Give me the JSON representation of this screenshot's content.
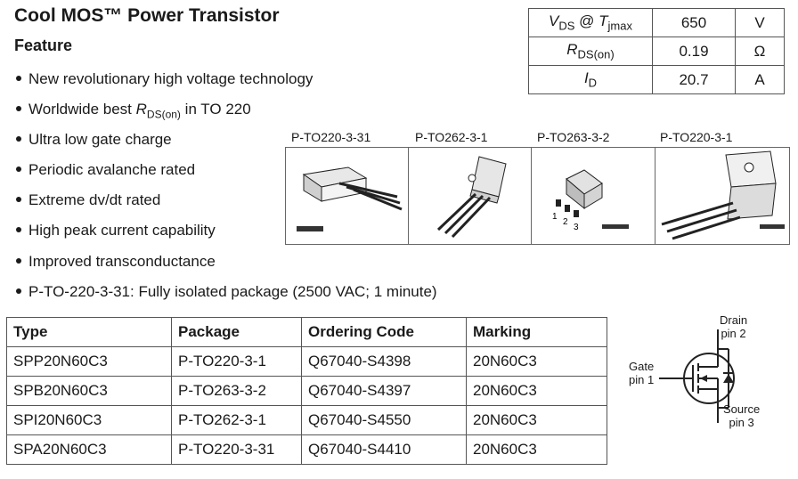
{
  "title": "Cool MOS™ Power Transistor",
  "feature_heading": "Feature",
  "features": [
    {
      "text": "New revolutionary high voltage technology"
    },
    {
      "pre": "Worldwide best ",
      "sym": "R",
      "sub": "DS(on)",
      "post": " in TO 220"
    },
    {
      "text": "Ultra low gate charge"
    },
    {
      "text": "Periodic avalanche rated"
    },
    {
      "text": "Extreme dv/dt rated"
    },
    {
      "text": "High peak current capability"
    },
    {
      "text": "Improved transconductance"
    },
    {
      "text": "P-TO-220-3-31: Fully isolated package (2500 VAC; 1 minute)"
    }
  ],
  "summary": [
    {
      "sym": "V",
      "sub": "DS",
      "mid": " @ ",
      "sym2": "T",
      "sub2": "jmax",
      "value": "650",
      "unit": "V"
    },
    {
      "sym": "R",
      "sub": "DS(on)",
      "value": "0.19",
      "unit": "Ω"
    },
    {
      "sym": "I",
      "sub": "D",
      "value": "20.7",
      "unit": "A"
    }
  ],
  "packages": [
    {
      "label": "P-TO220-3-31"
    },
    {
      "label": "P-TO262-3-1"
    },
    {
      "label": "P-TO263-3-2"
    },
    {
      "label": "P-TO220-3-1"
    }
  ],
  "pin_numbers": [
    "1",
    "2",
    "3"
  ],
  "order_table": {
    "headers": [
      "Type",
      "Package",
      "Ordering Code",
      "Marking"
    ],
    "rows": [
      [
        "SPP20N60C3",
        "P-TO220-3-1",
        "Q67040-S4398",
        "20N60C3"
      ],
      [
        "SPB20N60C3",
        "P-TO263-3-2",
        "Q67040-S4397",
        "20N60C3"
      ],
      [
        "SPI20N60C3",
        "P-TO262-3-1",
        "Q67040-S4550",
        "20N60C3"
      ],
      [
        "SPA20N60C3",
        "P-TO220-3-31",
        "Q67040-S4410",
        "20N60C3"
      ]
    ]
  },
  "schematic": {
    "drain": [
      "Drain",
      "pin 2"
    ],
    "gate": [
      "Gate",
      "pin 1"
    ],
    "source": [
      "Source",
      "pin 3"
    ]
  }
}
